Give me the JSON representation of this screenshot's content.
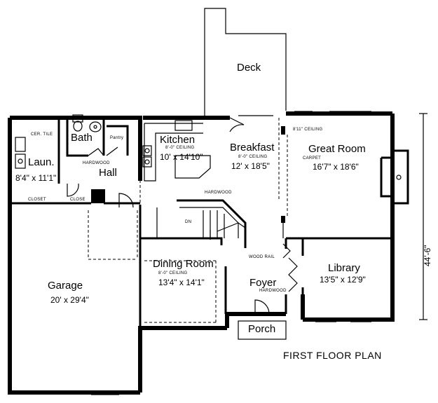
{
  "plan_title": "FIRST FLOOR PLAN",
  "overall_dimension": "44'-6\"",
  "rooms": {
    "deck": {
      "name": "Deck"
    },
    "kitchen": {
      "name": "Kitchen",
      "note": "8'-0\" CEILING",
      "dims": "10' x 14'10\""
    },
    "breakfast": {
      "name": "Breakfast",
      "note": "8'-0\" CEILING",
      "dims": "12' x 18'5\""
    },
    "great_room": {
      "name": "Great Room",
      "note": "CARPET",
      "dims": "16'7\" x 18'6\""
    },
    "laundry": {
      "name": "Laun.",
      "note": "CER. TILE",
      "dims": "8'4\" x 11'1\""
    },
    "bath": {
      "name": "Bath"
    },
    "pantry": {
      "name": "Pantry"
    },
    "hall": {
      "name": "Hall",
      "note": "HARDWOOD"
    },
    "dining_room": {
      "name": "Dining Room",
      "note": "8'-0\" CEILING",
      "dims": "13'4\" x 14'1\""
    },
    "foyer": {
      "name": "Foyer",
      "note": "HARDWOOD"
    },
    "library": {
      "name": "Library",
      "dims": "13'5\" x 12'9\""
    },
    "garage": {
      "name": "Garage",
      "dims": "20' x 29'4\""
    },
    "porch": {
      "name": "Porch"
    }
  },
  "notes": {
    "ceiling_great": "8'11\" CEILING",
    "hardwood_mid": "HARDWOOD",
    "wood_rail": "WOOD RAIL",
    "closet": "CLOSET",
    "close": "CLOSE",
    "down": "DN"
  }
}
